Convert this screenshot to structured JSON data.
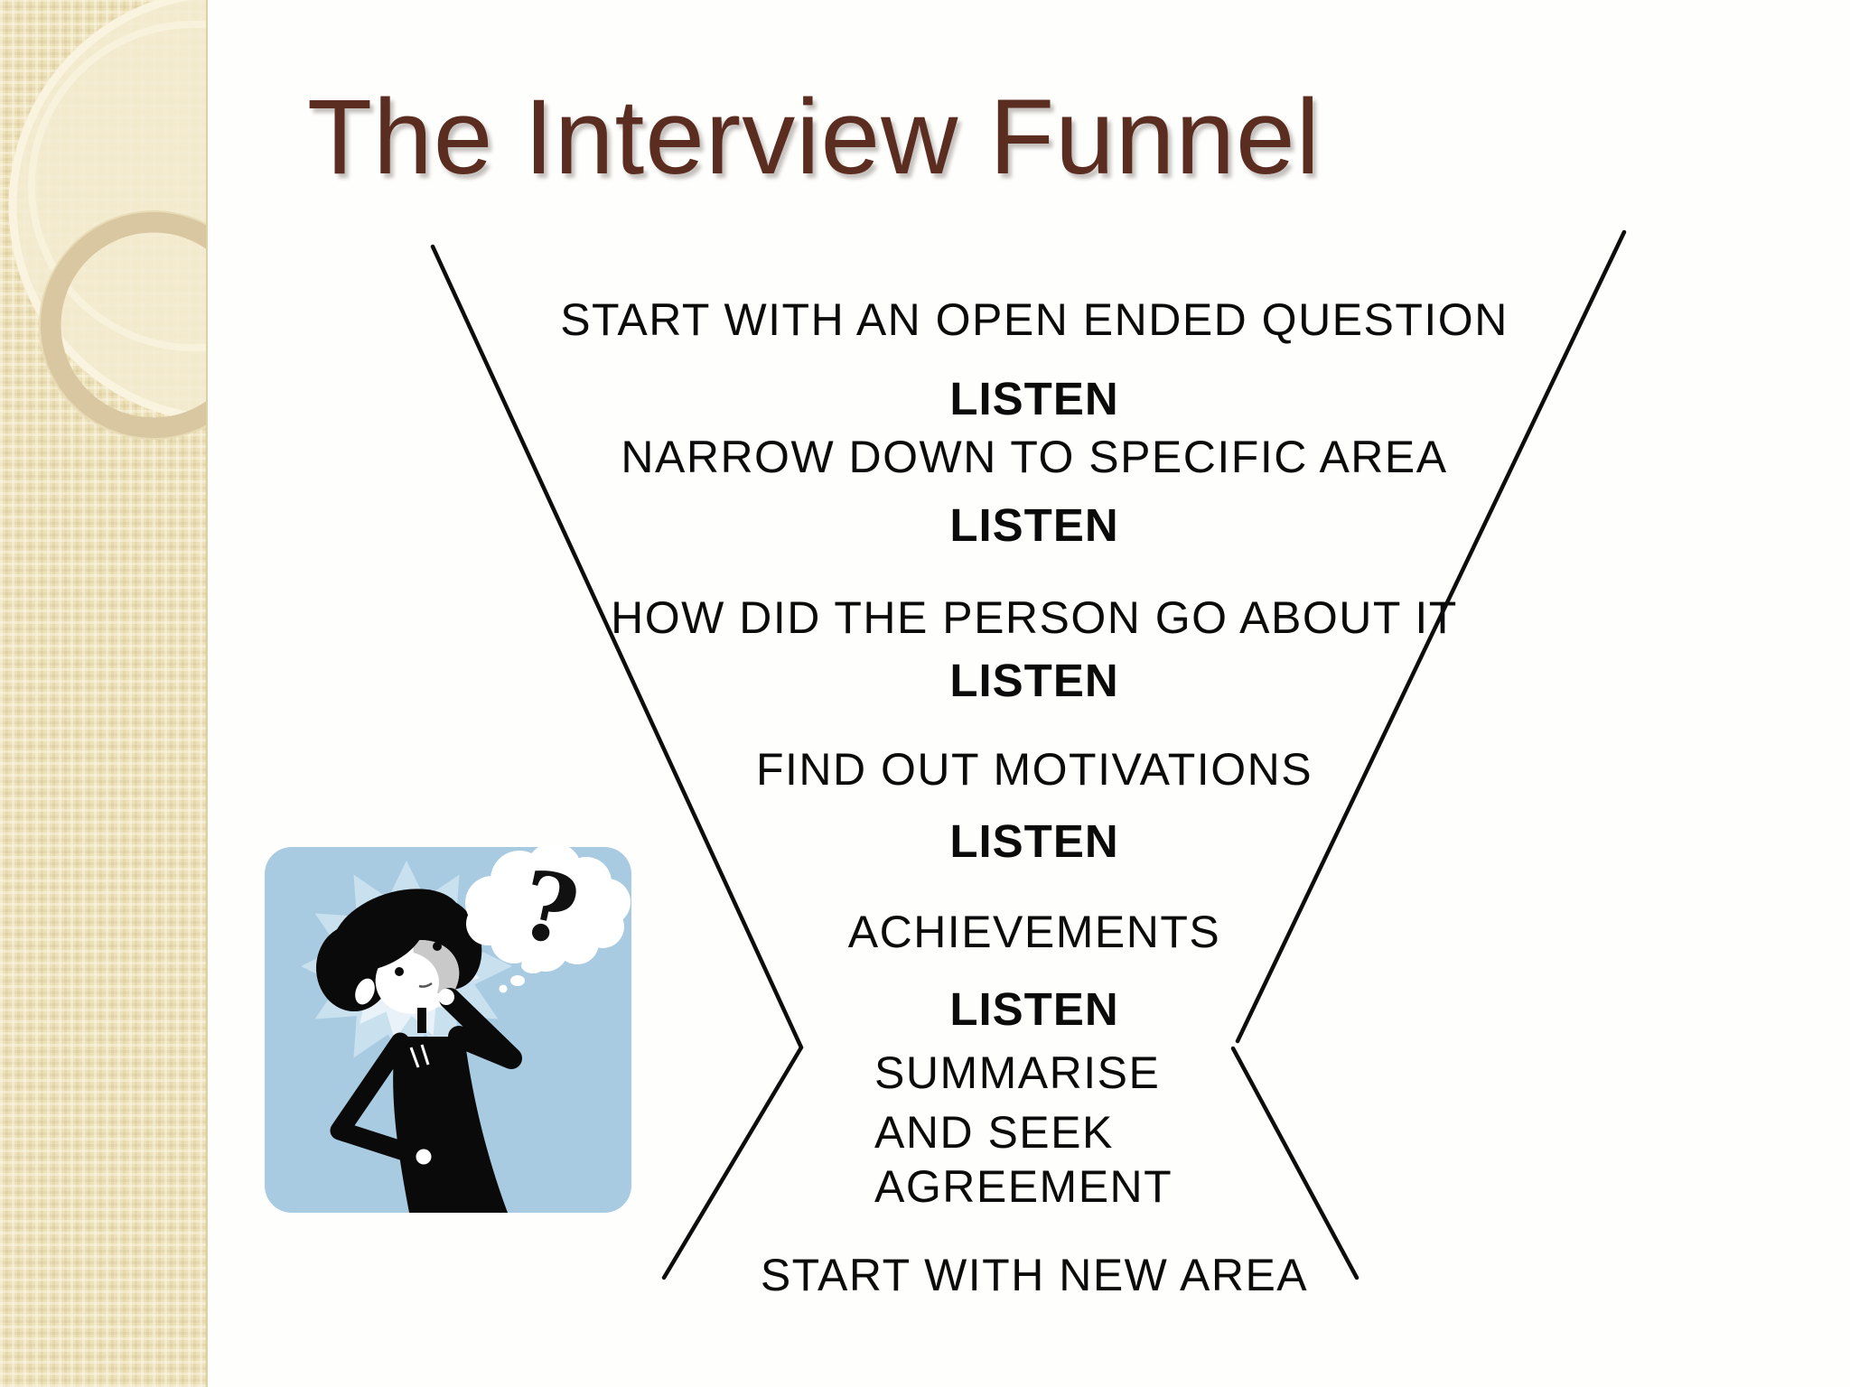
{
  "slide": {
    "title": "The Interview Funnel",
    "funnel": {
      "steps": [
        {
          "text": "START WITH AN OPEN ENDED QUESTION",
          "emphasis": "normal"
        },
        {
          "text": "LISTEN",
          "emphasis": "bold"
        },
        {
          "text": "NARROW DOWN TO SPECIFIC AREA",
          "emphasis": "normal"
        },
        {
          "text": "LISTEN",
          "emphasis": "bold"
        },
        {
          "text": "HOW DID THE PERSON GO ABOUT IT",
          "emphasis": "normal"
        },
        {
          "text": "LISTEN",
          "emphasis": "bold"
        },
        {
          "text": "FIND OUT MOTIVATIONS",
          "emphasis": "normal"
        },
        {
          "text": "LISTEN",
          "emphasis": "bold"
        },
        {
          "text": "ACHIEVEMENTS",
          "emphasis": "normal"
        },
        {
          "text": "LISTEN",
          "emphasis": "bold"
        },
        {
          "text": "SUMMARISE",
          "emphasis": "normal"
        },
        {
          "text": "AND SEEK",
          "emphasis": "normal"
        },
        {
          "text": "AGREEMENT",
          "emphasis": "normal"
        },
        {
          "text": "START WITH NEW AREA",
          "emphasis": "normal"
        }
      ]
    },
    "clipart": {
      "description": "Cartoon person thinking with hand on chin, starburst behind head, thought bubble with question mark, on light blue rounded square",
      "question_mark": "?"
    },
    "colors": {
      "title_text": "#5b2d21",
      "body_text": "#0b0b0b",
      "funnel_line": "#0d0d0d",
      "sidebar_beige": "#ede1ba",
      "sidebar_ring_cream": "#faf3df",
      "sidebar_ring_tan": "#d8c7a0",
      "clipart_blue": "#a9cbe2",
      "content_background": "#fefefc"
    }
  }
}
